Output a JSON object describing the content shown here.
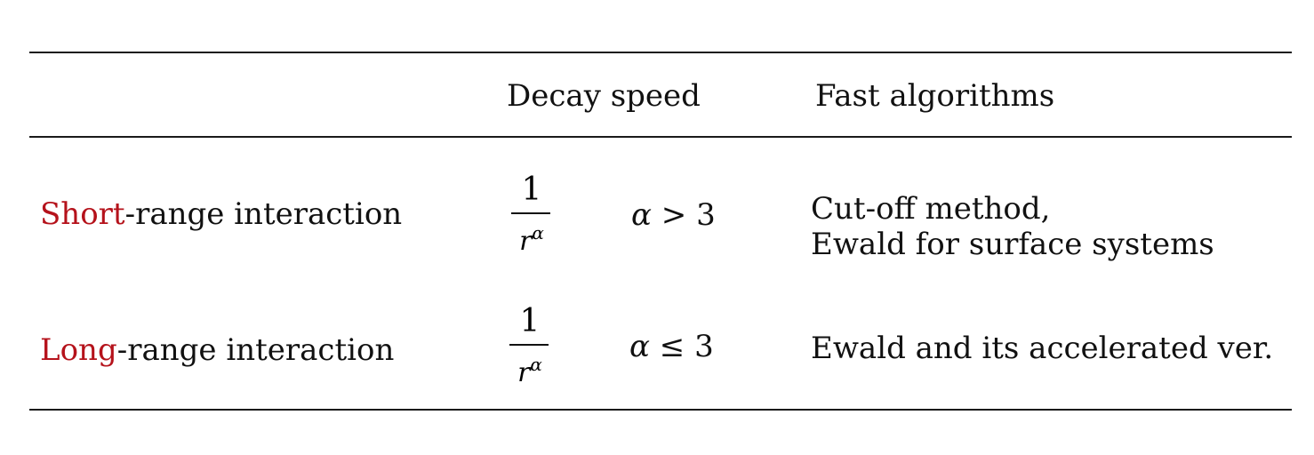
{
  "table": {
    "headers": {
      "decay": "Decay speed",
      "algorithms": "Fast algorithms"
    },
    "rows": [
      {
        "label_highlight": "Short",
        "label_rest": "-range interaction",
        "frac_num": "1",
        "frac_den_base": "r",
        "frac_den_exp": "α",
        "cond_var": "α",
        "cond_op": " > 3",
        "alg_line1": "Cut-off method,",
        "alg_line2": "Ewald for surface systems"
      },
      {
        "label_highlight": "Long",
        "label_rest": "-range interaction",
        "frac_num": "1",
        "frac_den_base": "r",
        "frac_den_exp": "α",
        "cond_var": "α",
        "cond_op": " ≤ 3",
        "alg_line1": "Ewald and its accelerated ver."
      }
    ]
  },
  "colors": {
    "highlight": "#b5121b",
    "text": "#111111"
  }
}
